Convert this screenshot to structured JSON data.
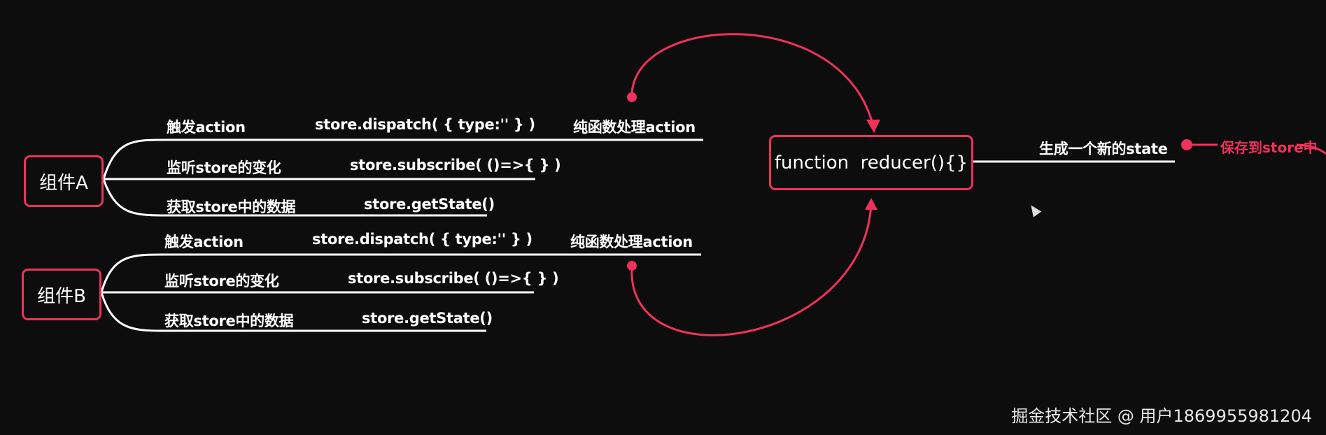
{
  "componentA": {
    "name": "组件A",
    "rows": [
      {
        "label": "触发action",
        "code": "store.dispatch( { type:'' } )",
        "extra": "纯函数处理action"
      },
      {
        "label": "监听store的变化",
        "code": "store.subscribe( ()=>{ } )"
      },
      {
        "label": "获取store中的数据",
        "code": "store.getState()"
      }
    ]
  },
  "componentB": {
    "name": "组件B",
    "rows": [
      {
        "label": "触发action",
        "code": "store.dispatch( { type:'' } )",
        "extra": "纯函数处理action"
      },
      {
        "label": "监听store的变化",
        "code": "store.subscribe( ()=>{ } )"
      },
      {
        "label": "获取store中的数据",
        "code": "store.getState()"
      }
    ]
  },
  "reducer": {
    "label": "function  reducer(){}"
  },
  "output": {
    "label": "生成一个新的state",
    "save": "保存到store中"
  },
  "watermark": "掘金技术社区 @ 用户1869955981204",
  "colors": {
    "accent": "#f0315b",
    "line": "#ffffff",
    "background": "#0d0d0d"
  }
}
